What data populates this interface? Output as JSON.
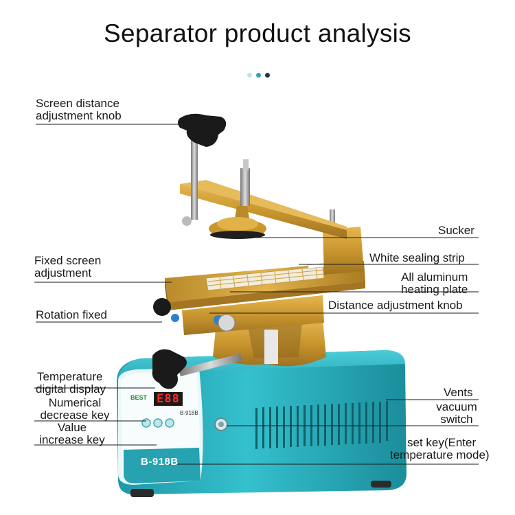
{
  "title": "Separator product analysis",
  "dots": [
    "#bfe4ea",
    "#2fa6b7",
    "#1d3b40"
  ],
  "labels": {
    "screen_distance_knob": "Screen distance\nadjustment knob",
    "sucker": "Sucker",
    "fixed_screen_adjustment": "Fixed screen\nadjustment",
    "white_sealing_strip": "White sealing strip",
    "aluminum_heating_plate": "All aluminum\nheating plate",
    "distance_adjustment_knob": "Distance adjustment knob",
    "rotation_fixed": "Rotation fixed",
    "temperature_display": "Temperature\ndigital display",
    "numerical_decrease_key": "Numerical\ndecrease key",
    "value_increase_key": "Value\nincrease key",
    "vents": "Vents",
    "vacuum_switch": "vacuum\nswitch",
    "set_key": "set key(Enter\ntemperature mode)"
  },
  "device": {
    "model": "B-918B",
    "panel_model": "B-918B",
    "brand": "BEST",
    "display_value": "E88"
  },
  "colors": {
    "body_teal": "#2aa9b8",
    "gold": "#c9962e",
    "knob": "#1a1a1a"
  }
}
